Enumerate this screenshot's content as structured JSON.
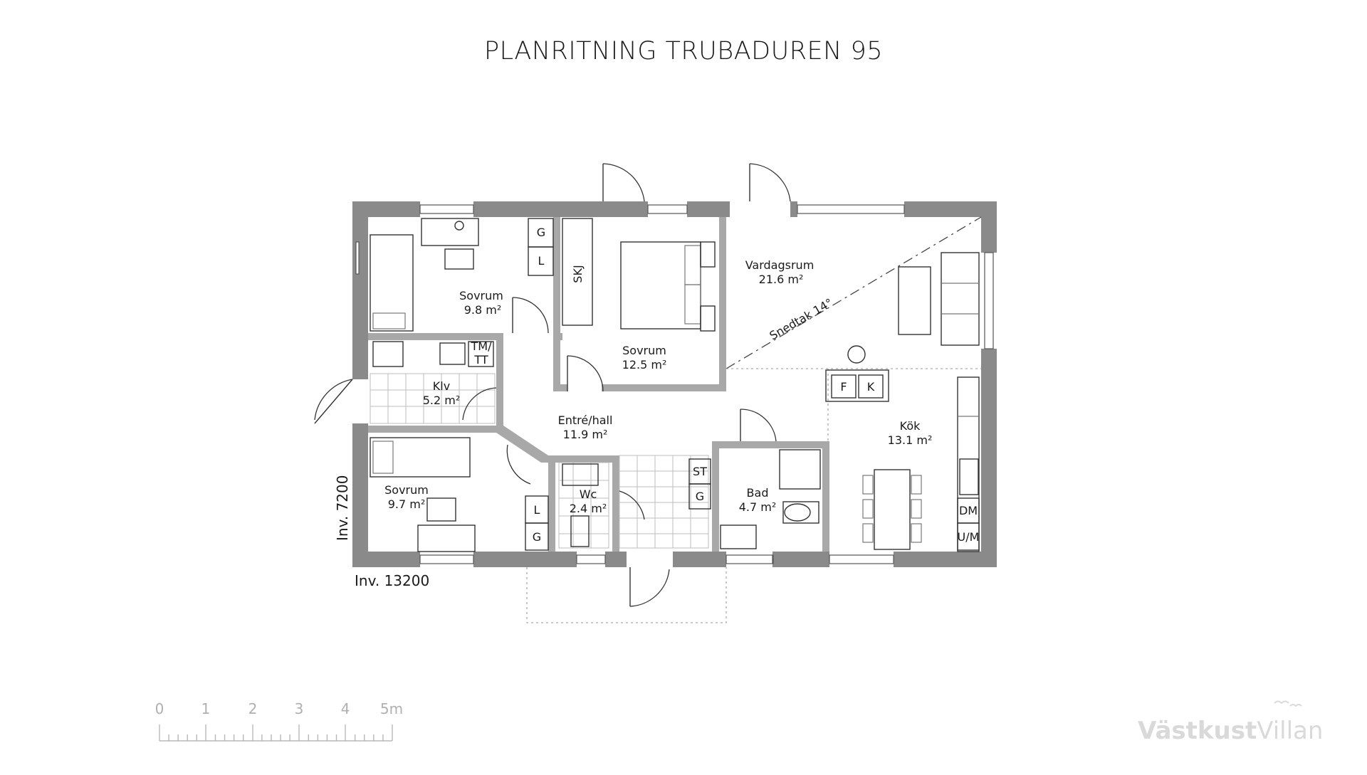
{
  "title": "PLANRITNING TRUBADUREN 95",
  "rooms": {
    "sovrum_nw": {
      "name": "Sovrum",
      "area": "9.8 m²"
    },
    "sovrum_master": {
      "name": "Sovrum",
      "area": "12.5 m²"
    },
    "vardagsrum": {
      "name": "Vardagsrum",
      "area": "21.6 m²"
    },
    "klv": {
      "name": "Klv",
      "area": "5.2 m²"
    },
    "entre": {
      "name": "Entré/hall",
      "area": "11.9 m²"
    },
    "kok": {
      "name": "Kök",
      "area": "13.1 m²"
    },
    "sovrum_sw": {
      "name": "Sovrum",
      "area": "9.7 m²"
    },
    "wc": {
      "name": "Wc",
      "area": "2.4 m²"
    },
    "bad": {
      "name": "Bad",
      "area": "4.7 m²"
    }
  },
  "fixtures": {
    "g_nw": "G",
    "l_nw": "L",
    "skj": "SKJ",
    "tm_tt_1": "TM/",
    "tm_tt_2": "TT",
    "f": "F",
    "k": "K",
    "st": "ST",
    "g_hall": "G",
    "l_sw": "L",
    "g_sw": "G",
    "dm": "DM",
    "um": "U/M"
  },
  "slope_label": "Snedtak 14°",
  "dimensions": {
    "height": "Inv. 7200",
    "width": "Inv. 13200"
  },
  "scale": {
    "ticks": [
      "0",
      "1",
      "2",
      "3",
      "4",
      "5m"
    ]
  },
  "logo": {
    "part1": "Västkust",
    "part2": "Villan"
  }
}
